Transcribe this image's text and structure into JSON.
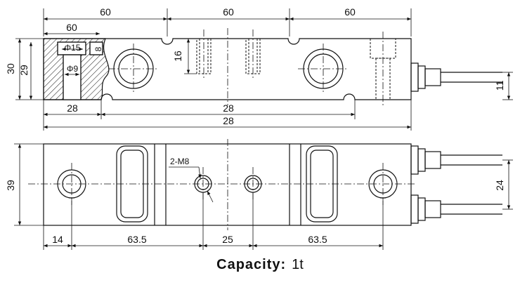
{
  "top_view": {
    "dims": {
      "top_a": "60",
      "top_b": "60",
      "top_c": "60",
      "top_sub": "60",
      "d15": "Φ15",
      "d8": "8",
      "d9": "Φ9",
      "h16": "16",
      "h30": "30",
      "h29": "29",
      "h11": "11",
      "b28a": "28",
      "b28b": "28",
      "b28c": "28"
    }
  },
  "bottom_view": {
    "dims": {
      "m8": "2-M8",
      "h39": "39",
      "h24": "24",
      "w14": "14",
      "w635a": "63.5",
      "w25": "25",
      "w635b": "63.5"
    }
  },
  "caption": {
    "label": "Capacity:",
    "value": "1t"
  }
}
